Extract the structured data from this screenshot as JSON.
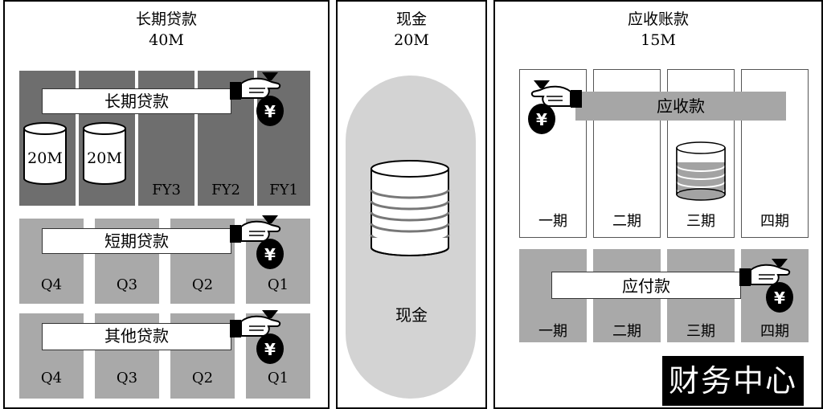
{
  "long_loan_panel": {
    "title": "长期贷款",
    "amount": "40M",
    "bars": {
      "long": "长期贷款",
      "short": "短期贷款",
      "other": "其他贷款"
    },
    "long_columns": [
      "FY3",
      "FY2",
      "FY1"
    ],
    "cylinders": [
      "20M",
      "20M"
    ],
    "short_columns": [
      "Q4",
      "Q3",
      "Q2",
      "Q1"
    ],
    "other_columns": [
      "Q4",
      "Q3",
      "Q2",
      "Q1"
    ]
  },
  "cash_panel": {
    "title": "现金",
    "amount": "20M",
    "label": "现金"
  },
  "receivable_panel": {
    "title": "应收账款",
    "amount": "15M",
    "receivable_bar": "应收款",
    "payable_bar": "应付款",
    "periods_top": [
      "一期",
      "二期",
      "三期",
      "四期"
    ],
    "periods_bottom": [
      "一期",
      "二期",
      "三期",
      "四期"
    ]
  },
  "badge": "财务中心",
  "icons": {
    "money_bag": "yen-money-bag-icon",
    "hand": "hand-icon",
    "coin_stack": "coin-stack-icon"
  },
  "colors": {
    "dark_gray": "#6e6e6e",
    "mid_gray": "#a9a9a9",
    "light_gray": "#bdbdbd",
    "black": "#000000"
  }
}
